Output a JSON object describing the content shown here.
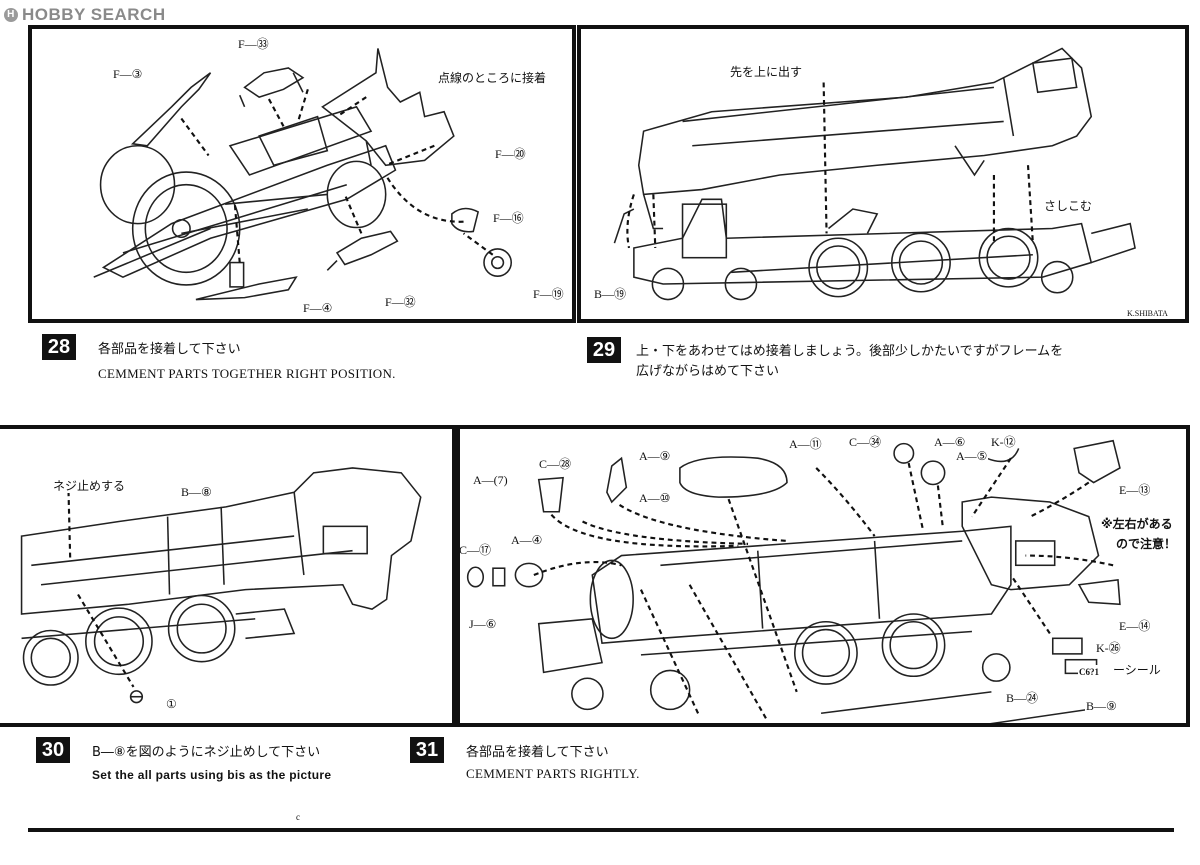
{
  "watermark": {
    "brand": "HOBBY SEARCH"
  },
  "steps": [
    {
      "number": "28",
      "jp": "各部品を接着して下さい",
      "en": "CEMMENT PARTS TOGETHER RIGHT POSITION."
    },
    {
      "number": "29",
      "jp_line1": "上・下をあわせてはめ接着しましょう。後部少しかたいですがフレームを",
      "jp_line2": "広げながらはめて下さい"
    },
    {
      "number": "30",
      "jp": "B―⑧を図のようにネジ止めして下さい",
      "en": "Set the all parts using bis as the picture"
    },
    {
      "number": "31",
      "jp": "各部品を接着して下さい",
      "en": "CEMMENT PARTS RIGHTLY."
    }
  ],
  "panel28": {
    "labels": {
      "f3": "F―③",
      "f33": "F―㉝",
      "dotted_note": "点線のところに接着",
      "f20": "F―⑳",
      "f16": "F―⑯",
      "f19": "F―⑲",
      "f32": "F―㉜",
      "f4": "F―④"
    }
  },
  "panel29": {
    "labels": {
      "top_note": "先を上に出す",
      "insert_note": "さしこむ",
      "b19": "B―⑲",
      "credit": "K.SHIBATA"
    }
  },
  "panel30": {
    "labels": {
      "screw_note": "ネジ止めする",
      "b8": "B―⑧",
      "screw": "①"
    }
  },
  "panel31": {
    "labels": {
      "a11": "A―⑪",
      "c34": "C―㉞",
      "a6": "A―⑥",
      "k12": "K-⑫",
      "a5": "A―⑤",
      "e13": "E―⑬",
      "a7": "A―(7)",
      "c28": "C―㉘",
      "a9": "A―⑨",
      "a10": "A―⑩",
      "c17": "C―⑰",
      "a4": "A―④",
      "j6": "J―⑥",
      "warn1": "※左右がある",
      "warn2": "ので注意！",
      "e14": "E―⑭",
      "k26": "K-㉖",
      "plate": "C6?1",
      "seal": "ーシール",
      "b24": "B―㉔",
      "b9": "B―⑨"
    }
  },
  "footer": {
    "mark": "c"
  }
}
